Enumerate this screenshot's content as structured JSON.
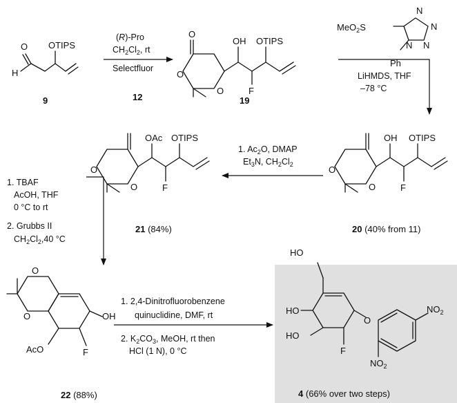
{
  "background_box_color": "#e0e0e0",
  "compounds": {
    "c9": {
      "id": "9"
    },
    "c12": {
      "id": "12"
    },
    "c19": {
      "id": "19"
    },
    "c20": {
      "id": "20",
      "yield": "(40% from 11)"
    },
    "c21": {
      "id": "21",
      "yield": "(84%)"
    },
    "c22": {
      "id": "22",
      "yield": "(88%)"
    },
    "c4": {
      "id": "4",
      "yield": "(66% over two steps)"
    }
  },
  "atoms": {
    "otips": "OTIPS",
    "o": "O",
    "h": "H",
    "oh": "OH",
    "ho": "HO",
    "f": "F",
    "oac": "OAc",
    "aco": "AcO",
    "no2": "NO",
    "no2_sub": "2",
    "meo2s": "MeO",
    "meo2s_sub": "2",
    "meo2s_s": "S",
    "n": "N",
    "ph": "Ph"
  },
  "reagents": {
    "step1_line1_r": "R",
    "step1_line1_rest": "-Pro",
    "step1_line2": "CH",
    "step1_line2_tail": "Cl",
    "step1_line3": "Selectfluor",
    "step2_line1": "LiHMDS, THF",
    "step2_line2": "–78 °C",
    "step3_line1": "1. Ac",
    "step3_line1_tail": "O, DMAP",
    "step3_line2": "Et",
    "step3_line2_mid": "N, CH",
    "step3_line2_tail": "Cl",
    "step4_line1": "1. TBAF",
    "step4_line2": "AcOH, THF",
    "step4_line3": "0 °C to rt",
    "step4_line4": "2. Grubbs II",
    "step4_line5": "CH",
    "step4_line5_tail": "Cl",
    "step4_line5_end": ",40 °C",
    "step5_line1": "1. 2,4-Dinitrofluorobenzene",
    "step5_line2": "quinuclidine, DMF, rt",
    "step5_line3": "2. K",
    "step5_line3_mid": "CO",
    "step5_line3_tail": ", MeOH, rt then",
    "step5_line4": "HCl (1 N), 0 °C",
    "sub2": "2",
    "sub3": "3",
    "rt": ", rt",
    "paren_open": "(",
    "paren_close": ")"
  }
}
